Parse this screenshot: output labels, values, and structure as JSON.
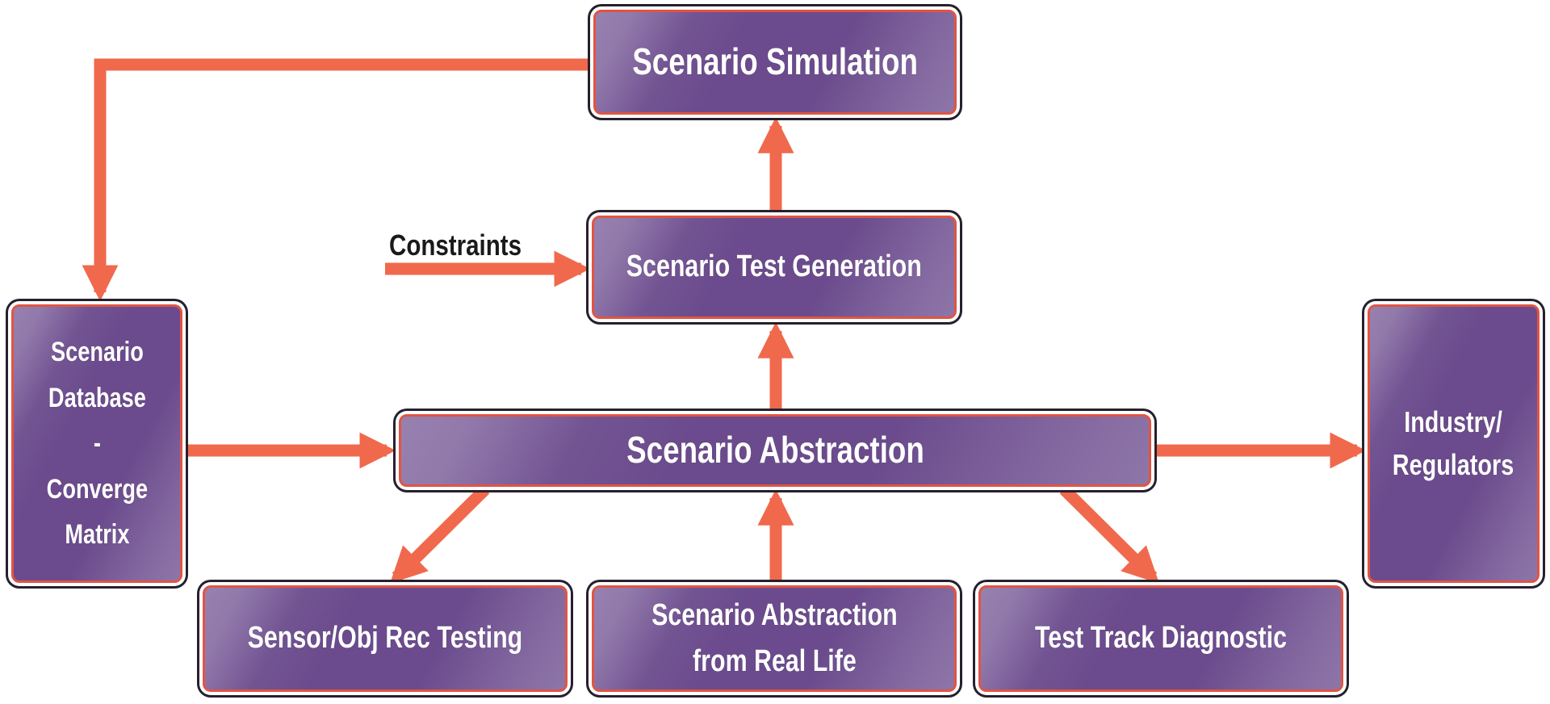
{
  "diagram_type": "flowchart",
  "colors": {
    "background": "#FFFFFF",
    "arrow": "#F0694C",
    "node_fill": "#6B4B8D",
    "node_sheen": "#8E72AB",
    "node_border_inner": "#E05543",
    "node_border_outer": "#26202E",
    "node_text": "#FFFFFF",
    "label_text": "#1A1A1A"
  },
  "nodes": {
    "scenario_simulation": {
      "label": "Scenario Simulation"
    },
    "scenario_test_generation": {
      "label": "Scenario Test Generation"
    },
    "scenario_abstraction": {
      "label": "Scenario Abstraction"
    },
    "scenario_database": {
      "line1": "Scenario",
      "line2": "Database",
      "line3": "-",
      "line4": "Converge",
      "line5": "Matrix"
    },
    "industry_regulators": {
      "line1": "Industry/",
      "line2": "Regulators"
    },
    "sensor_obj_rec_testing": {
      "label": "Sensor/Obj Rec Testing"
    },
    "scenario_abstraction_from_real_life": {
      "line1": "Scenario Abstraction",
      "line2": "from Real Life"
    },
    "test_track_diagnostic": {
      "label": "Test Track Diagnostic"
    }
  },
  "labels": {
    "constraints": "Constraints"
  },
  "edges": [
    {
      "from": "scenario_simulation",
      "to": "scenario_database",
      "style": "elbow-left-down"
    },
    {
      "from": "constraints_label",
      "to": "scenario_test_generation",
      "style": "right"
    },
    {
      "from": "scenario_test_generation",
      "to": "scenario_simulation",
      "style": "up"
    },
    {
      "from": "scenario_abstraction",
      "to": "scenario_test_generation",
      "style": "up"
    },
    {
      "from": "scenario_database",
      "to": "scenario_abstraction",
      "style": "right"
    },
    {
      "from": "scenario_abstraction",
      "to": "industry_regulators",
      "style": "right"
    },
    {
      "from": "scenario_abstraction",
      "to": "sensor_obj_rec_testing",
      "style": "diagonal-down-left"
    },
    {
      "from": "scenario_abstraction_from_real_life",
      "to": "scenario_abstraction",
      "style": "up"
    },
    {
      "from": "scenario_abstraction",
      "to": "test_track_diagnostic",
      "style": "diagonal-down-right"
    }
  ]
}
